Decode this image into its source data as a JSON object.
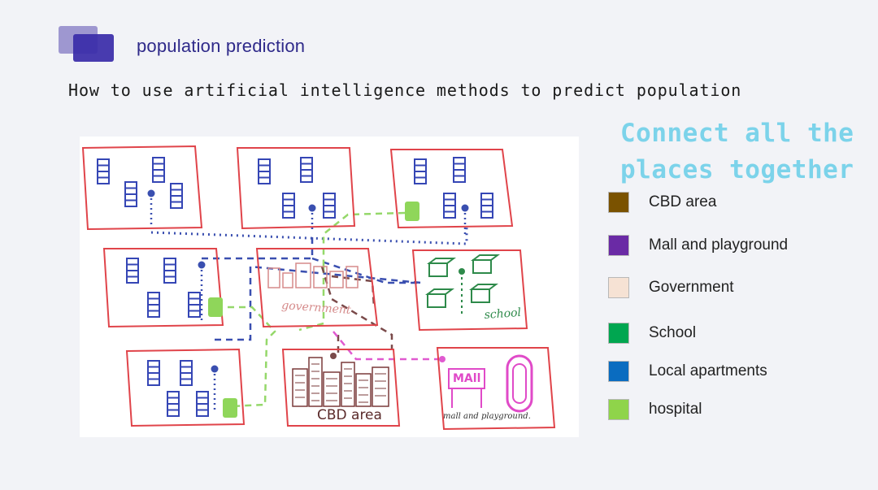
{
  "header": {
    "section_title": "population prediction",
    "subtitle": "How to use artificial intelligence methods to predict population"
  },
  "headline": {
    "line1": "Connect all the",
    "line2": "places together"
  },
  "diagram": {
    "labels": {
      "government": "government",
      "school": "school",
      "cbd": "CBD area",
      "mall_sign": "MAll",
      "mall_caption": "mall and playground."
    },
    "colors": {
      "block_border": "#e0444a",
      "apartment": "#3546b5",
      "government": "#d58a8a",
      "cbd": "#7a3a3a",
      "school": "#2e8a4a",
      "mall": "#e04ac8",
      "hospital": "#8fd65a",
      "path_blue": "#3a4fb0",
      "path_green": "#95d86a",
      "path_brown": "#7a4a4a",
      "path_pink": "#e05ad0"
    }
  },
  "legend": {
    "items": [
      {
        "label": "CBD area",
        "color": "#7a5200"
      },
      {
        "label": "Mall and playground",
        "color": "#6a2aa5"
      },
      {
        "label": "Government",
        "color": "#f6e2d4"
      },
      {
        "label": "School",
        "color": "#00a650"
      },
      {
        "label": "Local apartments",
        "color": "#0a6cc0"
      },
      {
        "label": "hospital",
        "color": "#8fd44a"
      }
    ]
  }
}
